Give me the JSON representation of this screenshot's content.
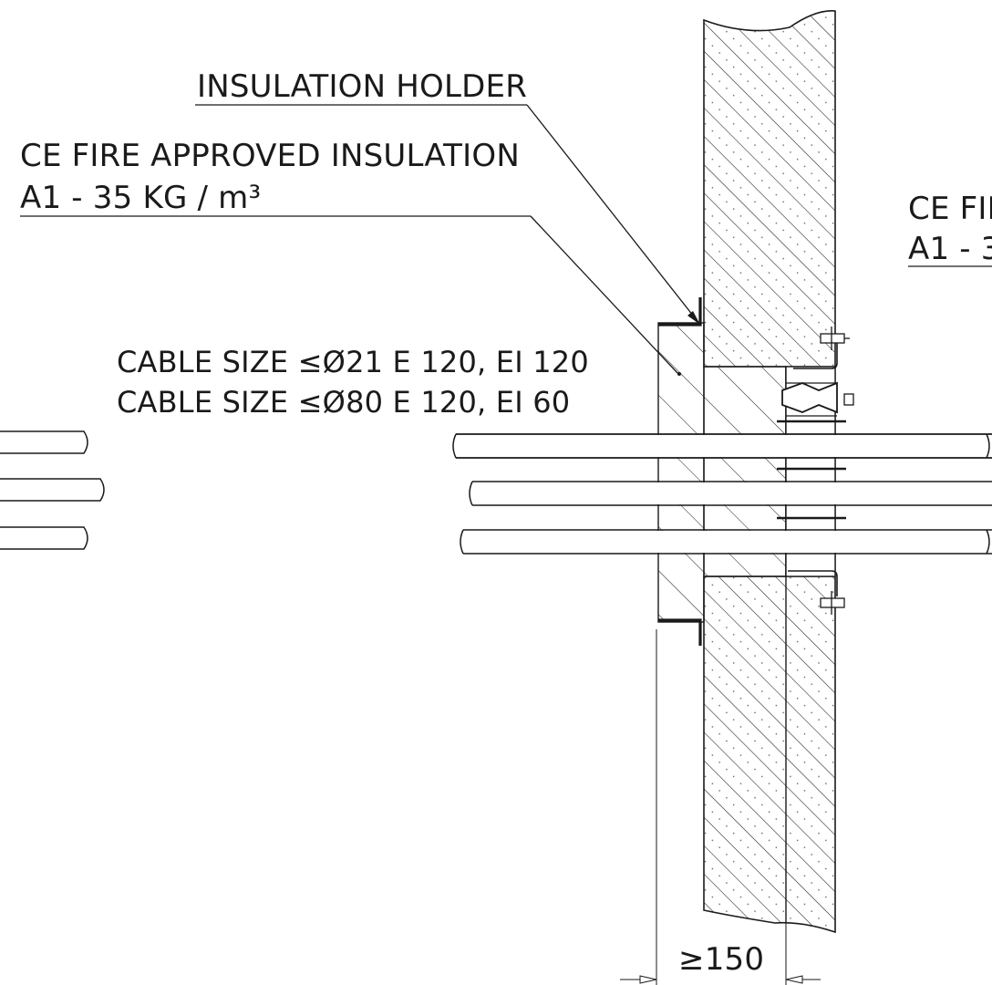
{
  "labels": {
    "insulation_holder": "INSULATION HOLDER",
    "insulation_title": "CE FIRE APPROVED INSULATION",
    "insulation_density": "A1 - 35 KG / m³",
    "cable_rating_1": "CABLE SIZE ≤Ø21 E 120, EI 120",
    "cable_rating_2": "CABLE SIZE ≤Ø80 E 120, EI 60",
    "right_partial_1": "CE FIR",
    "right_partial_2": "A1 - 3",
    "dimension": "≥150"
  },
  "colors": {
    "line": "#1a1a1a",
    "background": "#ffffff"
  }
}
